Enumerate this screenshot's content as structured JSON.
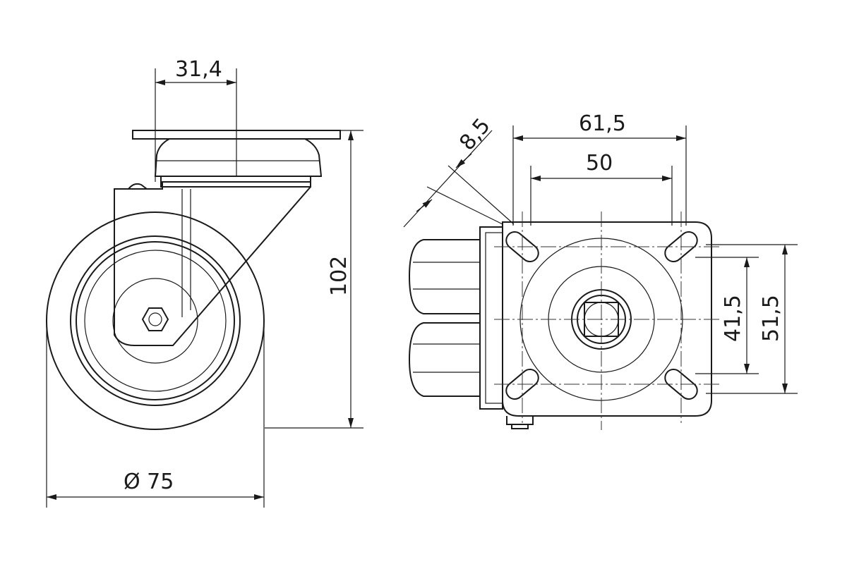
{
  "dimensions": {
    "top_offset": "31,4",
    "height": "102",
    "wheel_diameter": "Ø 75",
    "slot_width": "8,5",
    "plate_width": "61,5",
    "hole_spacing_x": "50",
    "hole_spacing_y": "41,5",
    "plate_depth": "51,5"
  }
}
